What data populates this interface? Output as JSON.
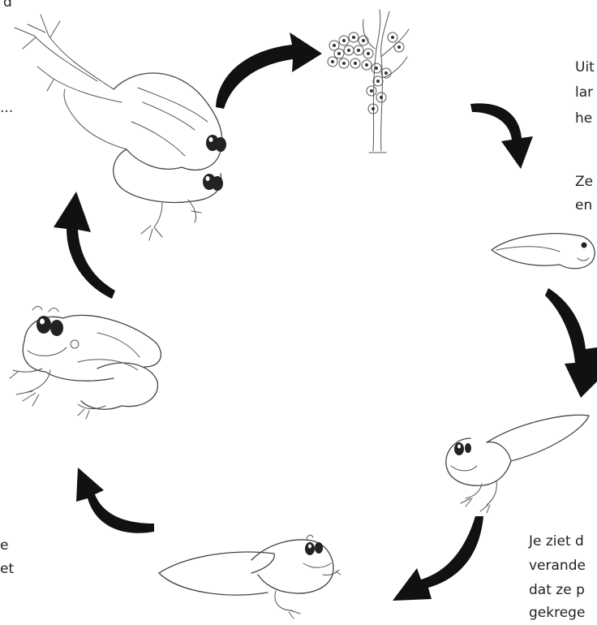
{
  "texts": {
    "top_left_1": "d",
    "left_ellipsis": "...",
    "right_1": "Uit",
    "right_2": "lar",
    "right_3": "he",
    "right_4": "Ze",
    "right_5": "en",
    "left_bottom_1": "e",
    "left_bottom_2": "et",
    "bottom_1": "Je ziet d",
    "bottom_2": "verande",
    "bottom_3": "dat ze p",
    "bottom_4": "gekrege"
  },
  "stages": [
    {
      "name": "frog-spawn",
      "icon": "frog-spawn-icon"
    },
    {
      "name": "tadpole",
      "icon": "tadpole-icon"
    },
    {
      "name": "tadpole-with-front-legs",
      "icon": "tadpole-legs-icon"
    },
    {
      "name": "froglet-with-tail",
      "icon": "froglet-icon"
    },
    {
      "name": "adult-frog",
      "icon": "frog-icon"
    },
    {
      "name": "mating-frogs",
      "icon": "mating-frogs-icon"
    }
  ],
  "colors": {
    "arrow": "#111111",
    "line": "#444444",
    "background": "#ffffff"
  }
}
